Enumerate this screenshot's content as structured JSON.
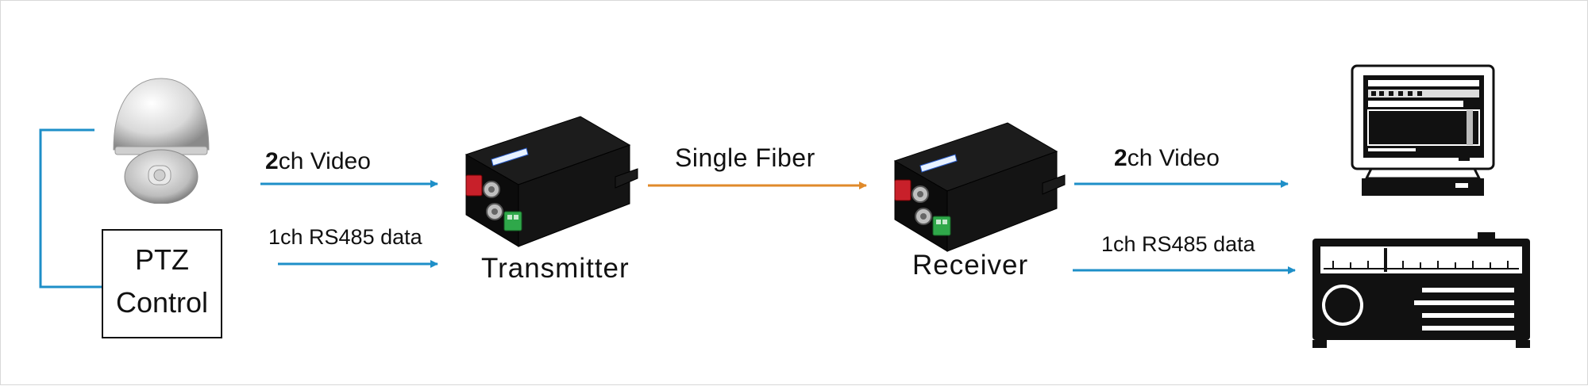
{
  "labels": {
    "left_video_num": "2",
    "left_video_rest": "ch",
    "left_video_word": "Video",
    "left_rs485": "1ch RS485 data",
    "transmitter": "Transmitter",
    "fiber": "Single Fiber",
    "receiver": "Receiver",
    "right_video_num": "2",
    "right_video_rest": "ch",
    "right_video_word": "Video",
    "right_rs485": "1ch RS485 data"
  },
  "ptz": {
    "line1": "PTZ",
    "line2": "Control"
  },
  "colors": {
    "blue_line": "#1e8fc8",
    "orange_line": "#e08a2a",
    "device_body": "#141414",
    "connector_red": "#c8202a",
    "terminal_green": "#2fa84a"
  },
  "icons": [
    "dome-camera-icon",
    "fiber-transmitter-icon",
    "fiber-receiver-icon",
    "monitor-icon",
    "ptz-keyboard-icon"
  ]
}
